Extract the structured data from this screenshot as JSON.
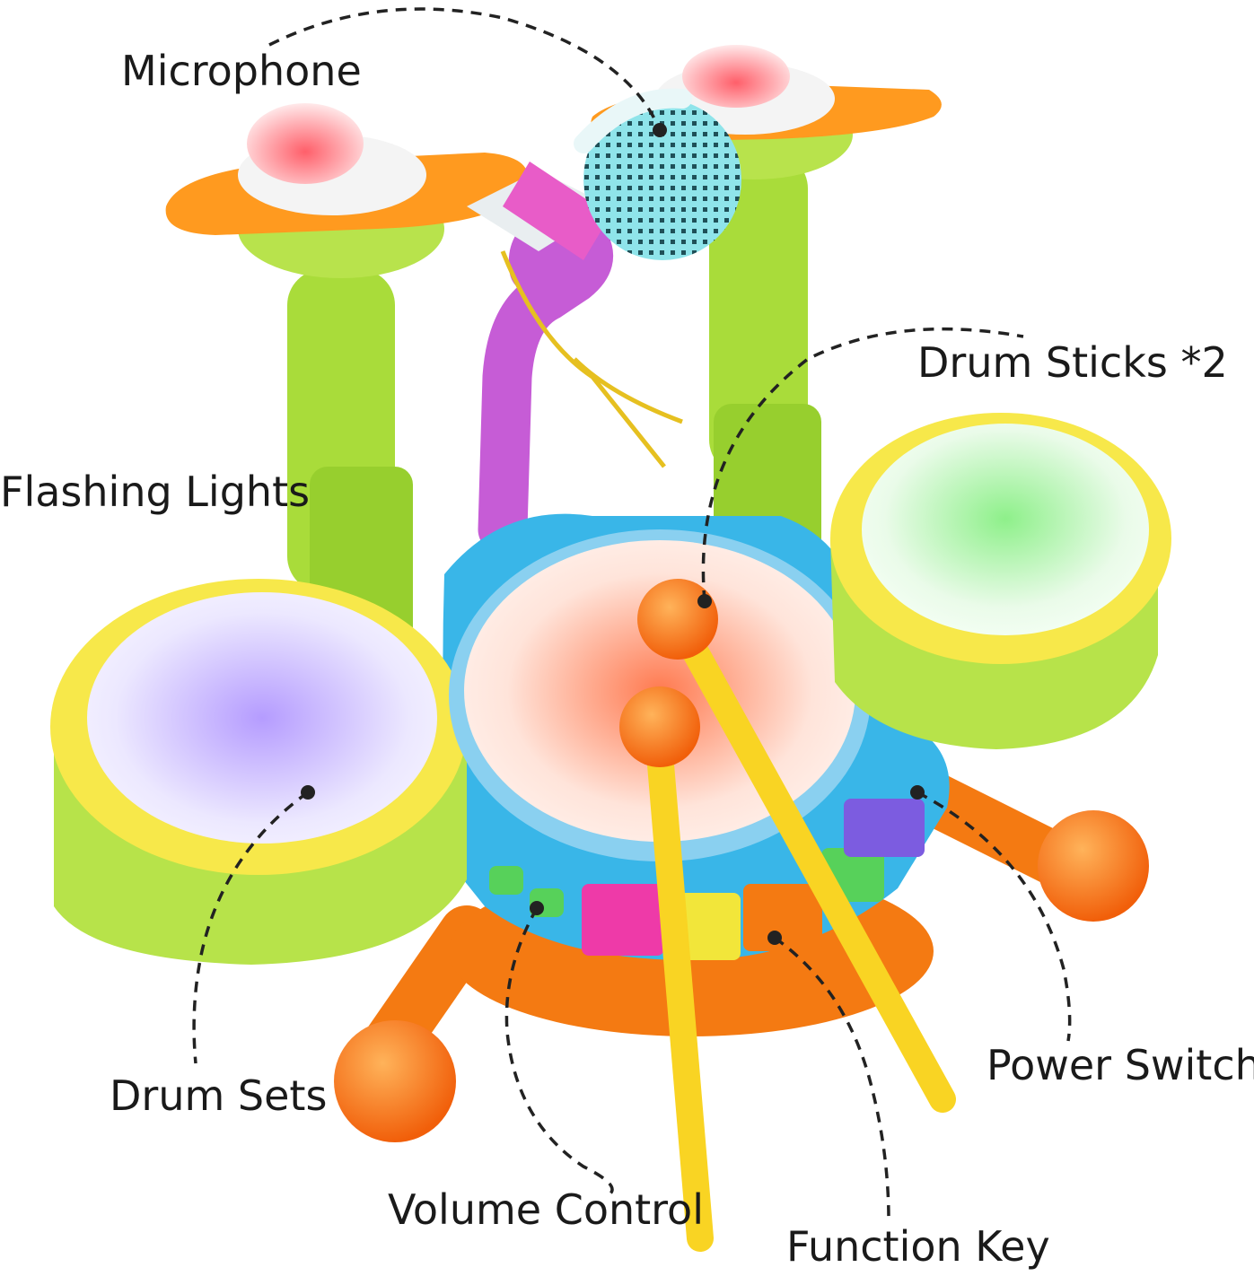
{
  "product": {
    "description": "toy drum set",
    "colors": {
      "stick": "#f9d423",
      "stick_tip": "#f36a10",
      "drum_rim": "#f7e84a",
      "drum_shell": "#b7e34a",
      "base_blue": "#39b6e8",
      "base_orange": "#f47a12",
      "pole_green": "#a9dc3a",
      "cymbal": "#ff9a1f",
      "mic_body": "#8be0ea",
      "mic_stand": "#c65cd6",
      "leader_line": "#222222"
    }
  },
  "labels": {
    "microphone": "Microphone",
    "flashing_lights": "Flashing Lights",
    "drum_sticks": "Drum Sticks *2",
    "drum_sets": "Drum Sets",
    "power_switch": "Power Switch",
    "volume_control": "Volume Control",
    "function_key": "Function Key"
  }
}
